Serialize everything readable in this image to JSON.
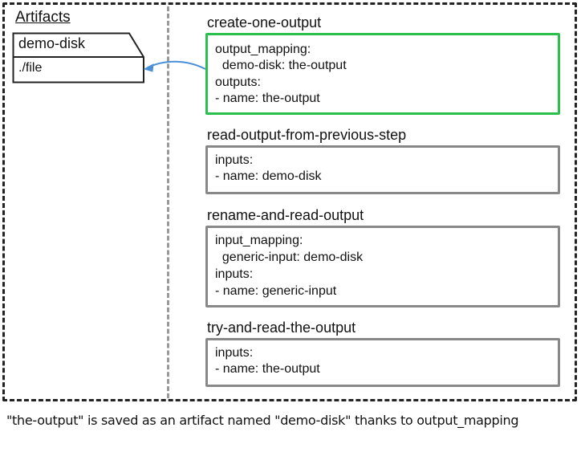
{
  "artifacts": {
    "title": "Artifacts",
    "card": {
      "name": "demo-disk",
      "file": "./file"
    }
  },
  "steps": [
    {
      "title": "create-one-output",
      "active": true,
      "lines": [
        "output_mapping:",
        "  demo-disk: the-output",
        "outputs:",
        "- name: the-output"
      ]
    },
    {
      "title": "read-output-from-previous-step",
      "active": false,
      "lines": [
        "inputs:",
        "- name: demo-disk"
      ]
    },
    {
      "title": "rename-and-read-output",
      "active": false,
      "lines": [
        "input_mapping:",
        "  generic-input: demo-disk",
        "inputs:",
        "- name: generic-input"
      ]
    },
    {
      "title": "try-and-read-the-output",
      "active": false,
      "lines": [
        "inputs:",
        "- name: the-output"
      ]
    }
  ],
  "colors": {
    "active_border": "#2bc04e",
    "inactive_border": "#888888",
    "arrow": "#4a90d9"
  },
  "caption": "\"the-output\" is saved as an artifact named \"demo-disk\" thanks to output_mapping"
}
